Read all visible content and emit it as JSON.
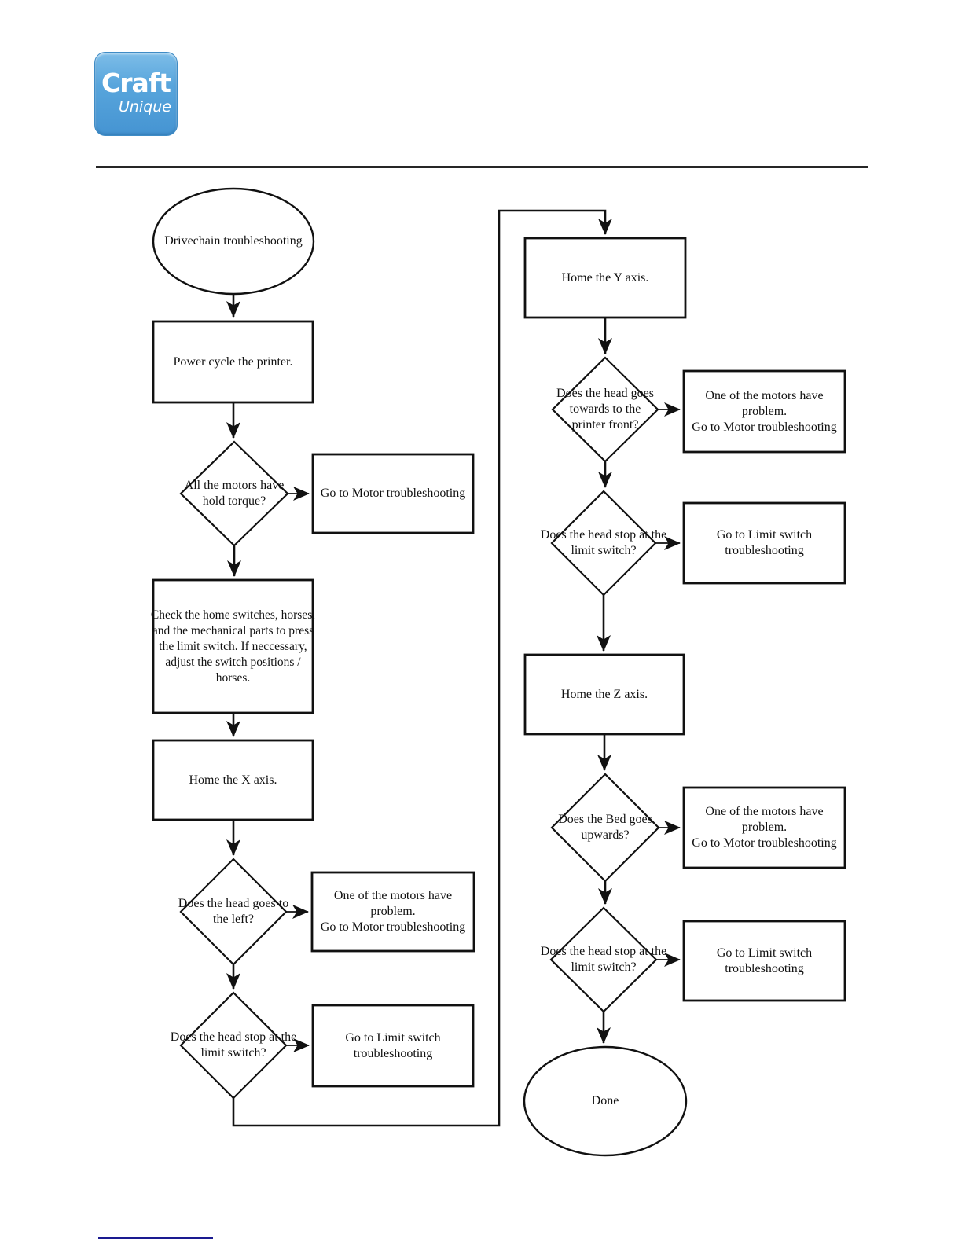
{
  "logo": {
    "brand_top": "Craft",
    "brand_bottom": "Unique"
  },
  "flowchart": {
    "title": "Drivechain troubleshooting",
    "nodes": [
      {
        "id": "start",
        "type": "terminator",
        "label": "Drivechain troubleshooting"
      },
      {
        "id": "power-cycle",
        "type": "process",
        "label": "Power cycle the printer."
      },
      {
        "id": "hold-torque",
        "type": "decision",
        "label": "All the motors have hold torque?"
      },
      {
        "id": "motor-ts-1",
        "type": "process",
        "label": "Go to Motor troubleshooting"
      },
      {
        "id": "check-switches",
        "type": "process",
        "label": "Check the home switches, horses, and the mechanical parts to press the limit switch. If neccessary, adjust the switch positions / horses."
      },
      {
        "id": "home-x",
        "type": "process",
        "label": "Home the X axis."
      },
      {
        "id": "head-left",
        "type": "decision",
        "label": "Does the head goes to the left?"
      },
      {
        "id": "motor-problem-x",
        "type": "process",
        "label": "One of the motors have problem.\nGo to Motor troubleshooting"
      },
      {
        "id": "limit-stop-x",
        "type": "decision",
        "label": "Does the head stop at the limit switch?"
      },
      {
        "id": "limit-ts-x",
        "type": "process",
        "label": "Go to Limit switch troubleshooting"
      },
      {
        "id": "home-y",
        "type": "process",
        "label": "Home the Y axis."
      },
      {
        "id": "head-front",
        "type": "decision",
        "label": "Does the head goes towards to the printer front?"
      },
      {
        "id": "motor-problem-y",
        "type": "process",
        "label": "One of the motors have problem.\nGo to Motor troubleshooting"
      },
      {
        "id": "limit-stop-y",
        "type": "decision",
        "label": "Does the head stop at the limit switch?"
      },
      {
        "id": "limit-ts-y",
        "type": "process",
        "label": "Go to Limit switch troubleshooting"
      },
      {
        "id": "home-z",
        "type": "process",
        "label": "Home the Z axis."
      },
      {
        "id": "bed-up",
        "type": "decision",
        "label": "Does the Bed goes upwards?"
      },
      {
        "id": "motor-problem-z",
        "type": "process",
        "label": "One of the motors have problem.\nGo to Motor troubleshooting"
      },
      {
        "id": "limit-stop-z",
        "type": "decision",
        "label": "Does the head stop at the limit switch?"
      },
      {
        "id": "limit-ts-z",
        "type": "process",
        "label": "Go to Limit switch troubleshooting"
      },
      {
        "id": "done",
        "type": "terminator",
        "label": "Done"
      }
    ]
  },
  "colors": {
    "stroke": "#111111",
    "footer_line": "#1a1a90",
    "header_rule": "#262626",
    "logo_blue": "#4594d2"
  }
}
